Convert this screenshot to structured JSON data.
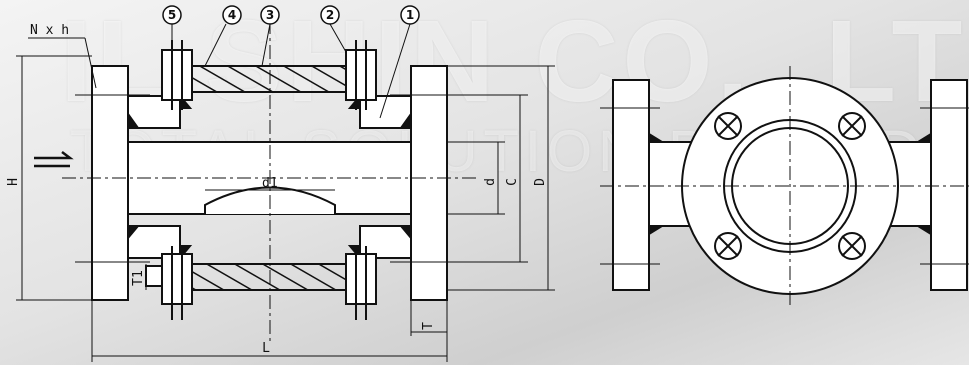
{
  "watermark": {
    "line1": "IL SHIN CO., LTD",
    "line2": "TOTAL SOLUTION PROVIDER"
  },
  "callouts": [
    "5",
    "4",
    "3",
    "2",
    "1"
  ],
  "dimensions": {
    "bolt_holes": "N x h",
    "overall_height": "H",
    "bore": "d",
    "bolt_circle": "C",
    "flange_od": "D",
    "inner_diameter": "d1",
    "glass_thickness": "T1",
    "flange_thickness": "T",
    "length": "L"
  },
  "colors": {
    "line": "#111111",
    "fill": "#ffffff",
    "hatch": "#111111"
  }
}
